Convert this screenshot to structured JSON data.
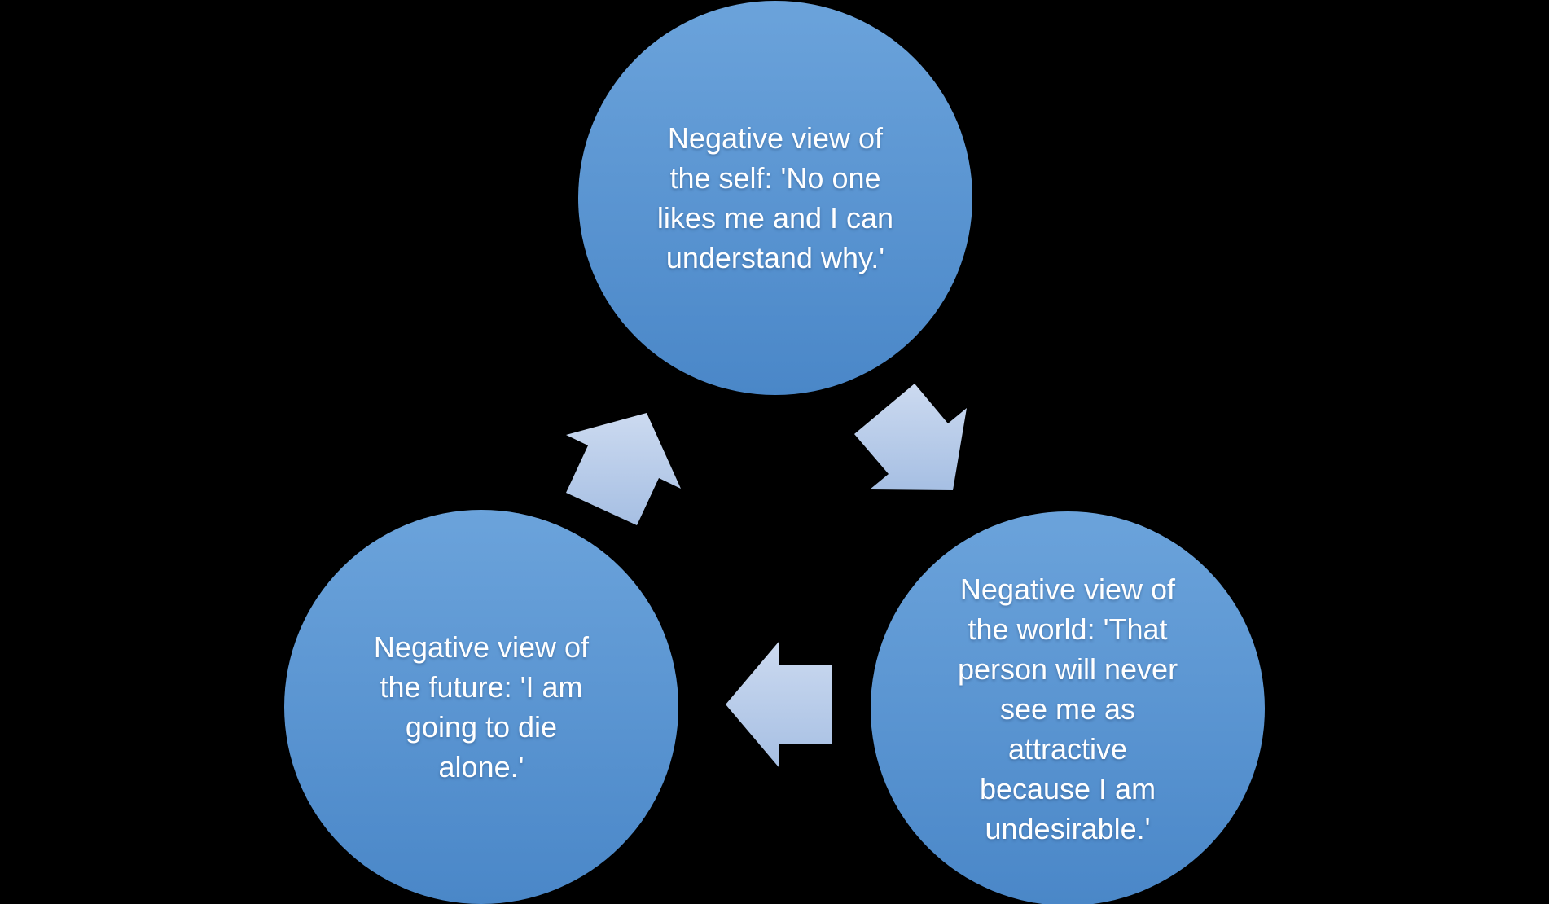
{
  "diagram": {
    "type": "cycle",
    "direction": "clockwise",
    "nodes": [
      {
        "id": "self",
        "position": "top",
        "text": "Negative view of\nthe self: 'No one\nlikes me and I can\nunderstand why.'"
      },
      {
        "id": "world",
        "position": "bottom-right",
        "text": "Negative view of\nthe world: 'That\nperson will never\nsee me as\nattractive\nbecause I am\nundesirable.'"
      },
      {
        "id": "future",
        "position": "bottom-left",
        "text": "Negative view of\nthe future: 'I am\ngoing to die\nalone.'"
      }
    ],
    "arrows": [
      {
        "from": "self",
        "to": "world",
        "icon": "block-arrow-down-right"
      },
      {
        "from": "world",
        "to": "future",
        "icon": "block-arrow-left"
      },
      {
        "from": "future",
        "to": "self",
        "icon": "block-arrow-up-right"
      }
    ],
    "colors": {
      "background": "#000000",
      "circle_gradient_top": "#6BA3DB",
      "circle_gradient_bottom": "#4A87C8",
      "arrow_gradient_top": "#CCDAF0",
      "arrow_gradient_bottom": "#A6BFE3",
      "text": "#FFFFFF"
    }
  }
}
